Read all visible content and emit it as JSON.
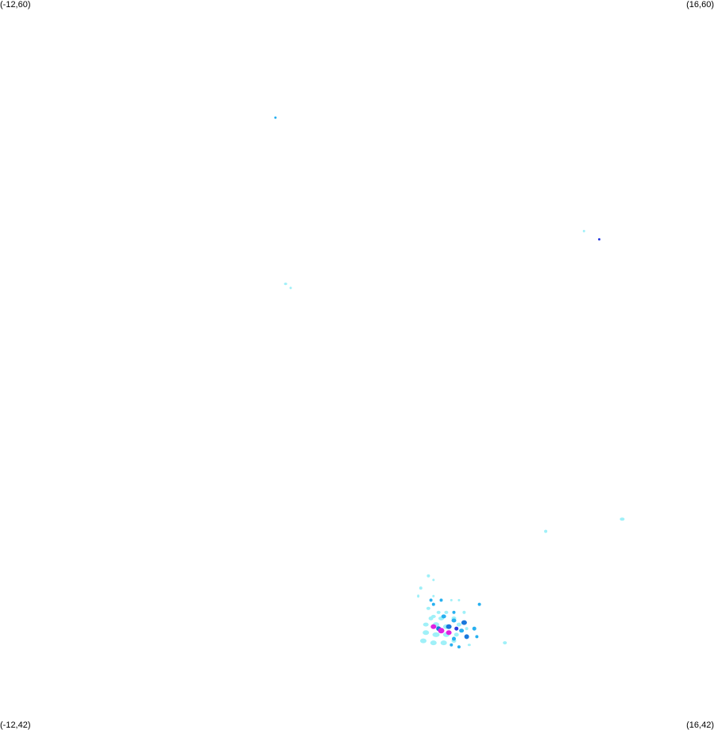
{
  "corners": {
    "top_left": "(-12,60)",
    "top_right": "(16,60)",
    "bottom_left": "(-12,42)",
    "bottom_right": "(16,42)"
  },
  "extent": {
    "lon_min": -12,
    "lon_max": 16,
    "lat_min": 42,
    "lat_max": 60
  },
  "colors": {
    "background": "#ffffff",
    "light_cyan": "#9ff0f8",
    "sky_blue": "#27b0f0",
    "mid_blue": "#1a78dc",
    "deep_blue": "#2a3ce0",
    "magenta": "#e020e0"
  },
  "points": [
    {
      "lon": -1.2,
      "lat": 57.1,
      "color": "sky_blue",
      "w": 3,
      "h": 3
    },
    {
      "lon": 11.5,
      "lat": 54.1,
      "color": "deep_blue",
      "w": 3,
      "h": 3
    },
    {
      "lon": 10.9,
      "lat": 54.3,
      "color": "light_cyan",
      "w": 3,
      "h": 3
    },
    {
      "lon": -0.8,
      "lat": 53.0,
      "color": "light_cyan",
      "w": 4,
      "h": 3
    },
    {
      "lon": -0.6,
      "lat": 52.9,
      "color": "light_cyan",
      "w": 3,
      "h": 3
    },
    {
      "lon": 12.4,
      "lat": 47.2,
      "color": "light_cyan",
      "w": 6,
      "h": 4
    },
    {
      "lon": 9.4,
      "lat": 46.9,
      "color": "light_cyan",
      "w": 4,
      "h": 4
    },
    {
      "lon": 4.8,
      "lat": 45.8,
      "color": "light_cyan",
      "w": 4,
      "h": 4
    },
    {
      "lon": 5.0,
      "lat": 45.7,
      "color": "light_cyan",
      "w": 3,
      "h": 3
    },
    {
      "lon": 4.5,
      "lat": 45.5,
      "color": "light_cyan",
      "w": 4,
      "h": 4
    },
    {
      "lon": 4.4,
      "lat": 45.3,
      "color": "light_cyan",
      "w": 3,
      "h": 4
    },
    {
      "lon": 5.0,
      "lat": 45.3,
      "color": "light_cyan",
      "w": 3,
      "h": 3
    },
    {
      "lon": 4.9,
      "lat": 45.2,
      "color": "sky_blue",
      "w": 4,
      "h": 4
    },
    {
      "lon": 5.0,
      "lat": 45.1,
      "color": "sky_blue",
      "w": 4,
      "h": 4
    },
    {
      "lon": 5.3,
      "lat": 45.2,
      "color": "sky_blue",
      "w": 4,
      "h": 4
    },
    {
      "lon": 5.7,
      "lat": 45.2,
      "color": "light_cyan",
      "w": 3,
      "h": 3
    },
    {
      "lon": 6.0,
      "lat": 45.2,
      "color": "light_cyan",
      "w": 3,
      "h": 3
    },
    {
      "lon": 6.8,
      "lat": 45.1,
      "color": "sky_blue",
      "w": 4,
      "h": 4
    },
    {
      "lon": 5.8,
      "lat": 44.9,
      "color": "sky_blue",
      "w": 4,
      "h": 4
    },
    {
      "lon": 4.8,
      "lat": 45.0,
      "color": "light_cyan",
      "w": 5,
      "h": 4
    },
    {
      "lon": 5.2,
      "lat": 44.9,
      "color": "light_cyan",
      "w": 5,
      "h": 4
    },
    {
      "lon": 5.0,
      "lat": 44.8,
      "color": "light_cyan",
      "w": 6,
      "h": 4
    },
    {
      "lon": 5.5,
      "lat": 44.9,
      "color": "light_cyan",
      "w": 5,
      "h": 4
    },
    {
      "lon": 4.9,
      "lat": 44.75,
      "color": "light_cyan",
      "w": 6,
      "h": 5
    },
    {
      "lon": 5.3,
      "lat": 44.75,
      "color": "light_cyan",
      "w": 7,
      "h": 5
    },
    {
      "lon": 5.8,
      "lat": 44.75,
      "color": "light_cyan",
      "w": 6,
      "h": 5
    },
    {
      "lon": 4.7,
      "lat": 44.6,
      "color": "light_cyan",
      "w": 7,
      "h": 5
    },
    {
      "lon": 5.1,
      "lat": 44.6,
      "color": "light_cyan",
      "w": 8,
      "h": 6
    },
    {
      "lon": 5.5,
      "lat": 44.55,
      "color": "light_cyan",
      "w": 8,
      "h": 6
    },
    {
      "lon": 6.0,
      "lat": 44.6,
      "color": "light_cyan",
      "w": 6,
      "h": 5
    },
    {
      "lon": 4.7,
      "lat": 44.4,
      "color": "light_cyan",
      "w": 8,
      "h": 6
    },
    {
      "lon": 5.1,
      "lat": 44.35,
      "color": "light_cyan",
      "w": 9,
      "h": 6
    },
    {
      "lon": 5.5,
      "lat": 44.35,
      "color": "light_cyan",
      "w": 8,
      "h": 6
    },
    {
      "lon": 5.9,
      "lat": 44.35,
      "color": "light_cyan",
      "w": 6,
      "h": 5
    },
    {
      "lon": 4.6,
      "lat": 44.2,
      "color": "light_cyan",
      "w": 8,
      "h": 6
    },
    {
      "lon": 5.0,
      "lat": 44.15,
      "color": "light_cyan",
      "w": 8,
      "h": 6
    },
    {
      "lon": 5.4,
      "lat": 44.15,
      "color": "light_cyan",
      "w": 8,
      "h": 6
    },
    {
      "lon": 5.8,
      "lat": 44.2,
      "color": "light_cyan",
      "w": 6,
      "h": 5
    },
    {
      "lon": 6.3,
      "lat": 44.5,
      "color": "light_cyan",
      "w": 4,
      "h": 4
    },
    {
      "lon": 6.2,
      "lat": 44.9,
      "color": "light_cyan",
      "w": 4,
      "h": 4
    },
    {
      "lon": 5.4,
      "lat": 44.8,
      "color": "sky_blue",
      "w": 6,
      "h": 5
    },
    {
      "lon": 5.8,
      "lat": 44.7,
      "color": "sky_blue",
      "w": 6,
      "h": 5
    },
    {
      "lon": 6.2,
      "lat": 44.65,
      "color": "mid_blue",
      "w": 7,
      "h": 6
    },
    {
      "lon": 6.1,
      "lat": 44.45,
      "color": "sky_blue",
      "w": 6,
      "h": 5
    },
    {
      "lon": 6.6,
      "lat": 44.5,
      "color": "sky_blue",
      "w": 5,
      "h": 5
    },
    {
      "lon": 6.3,
      "lat": 44.3,
      "color": "mid_blue",
      "w": 6,
      "h": 6
    },
    {
      "lon": 5.8,
      "lat": 44.25,
      "color": "sky_blue",
      "w": 5,
      "h": 5
    },
    {
      "lon": 6.7,
      "lat": 44.3,
      "color": "sky_blue",
      "w": 4,
      "h": 4
    },
    {
      "lon": 5.7,
      "lat": 44.1,
      "color": "sky_blue",
      "w": 4,
      "h": 4
    },
    {
      "lon": 6.0,
      "lat": 44.05,
      "color": "sky_blue",
      "w": 4,
      "h": 4
    },
    {
      "lon": 6.4,
      "lat": 44.1,
      "color": "light_cyan",
      "w": 4,
      "h": 3
    },
    {
      "lon": 7.8,
      "lat": 44.15,
      "color": "light_cyan",
      "w": 5,
      "h": 4
    },
    {
      "lon": 5.2,
      "lat": 44.5,
      "color": "mid_blue",
      "w": 6,
      "h": 6
    },
    {
      "lon": 5.6,
      "lat": 44.55,
      "color": "mid_blue",
      "w": 7,
      "h": 6
    },
    {
      "lon": 5.0,
      "lat": 44.55,
      "color": "magenta",
      "w": 7,
      "h": 6
    },
    {
      "lon": 5.3,
      "lat": 44.45,
      "color": "magenta",
      "w": 8,
      "h": 7
    },
    {
      "lon": 5.6,
      "lat": 44.4,
      "color": "magenta",
      "w": 7,
      "h": 6
    },
    {
      "lon": 5.9,
      "lat": 44.5,
      "color": "deep_blue",
      "w": 5,
      "h": 5
    }
  ]
}
